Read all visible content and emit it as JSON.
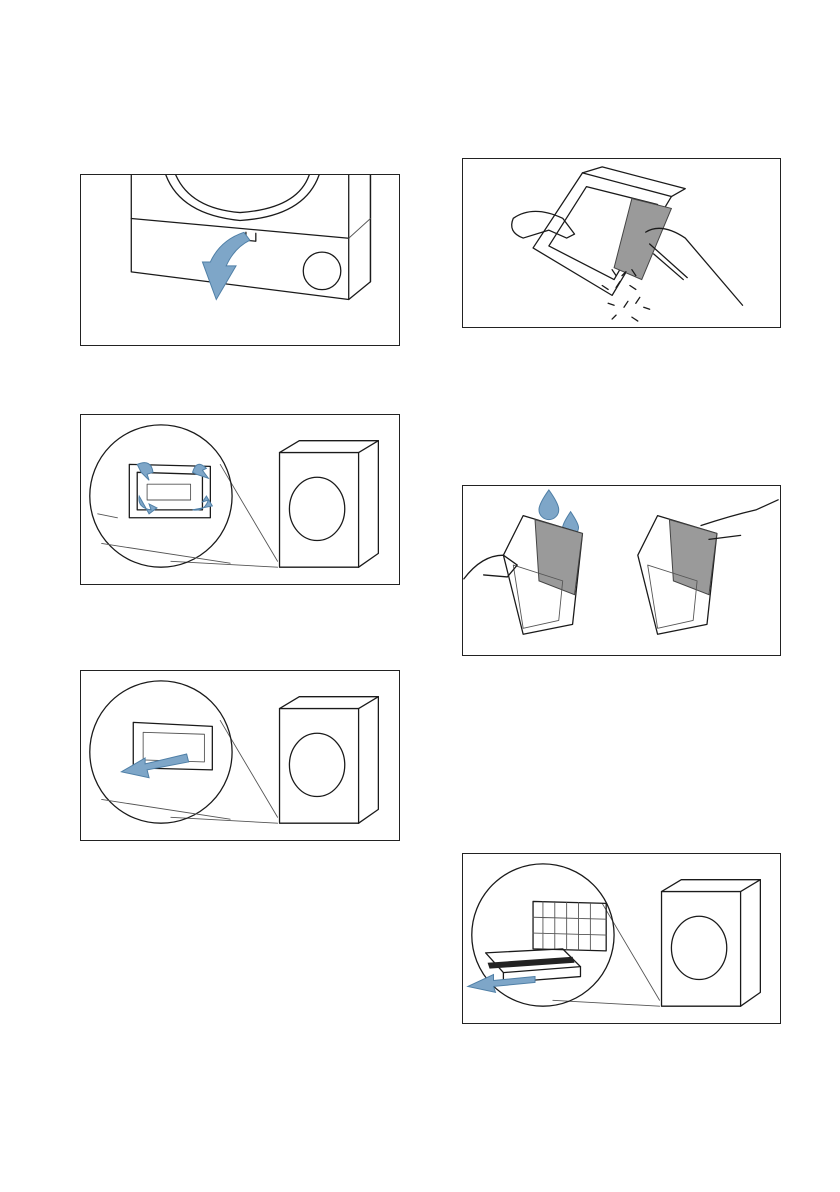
{
  "figures": [
    {
      "id": "p1",
      "step": "open-service-flap"
    },
    {
      "id": "p2",
      "step": "release-condenser-cover-latches"
    },
    {
      "id": "p3",
      "step": "pull-out-condenser-cover"
    },
    {
      "id": "p4",
      "step": "remove-lint-from-filter"
    },
    {
      "id": "p5",
      "step": "rinse-and-wipe-filter"
    },
    {
      "id": "p6",
      "step": "pull-out-filter-drawer"
    }
  ],
  "colors": {
    "arrow": "#7ea6c8",
    "arrow_stroke": "#4f7fa6",
    "frame": "#222222",
    "fabric": "#9a9a9a"
  }
}
